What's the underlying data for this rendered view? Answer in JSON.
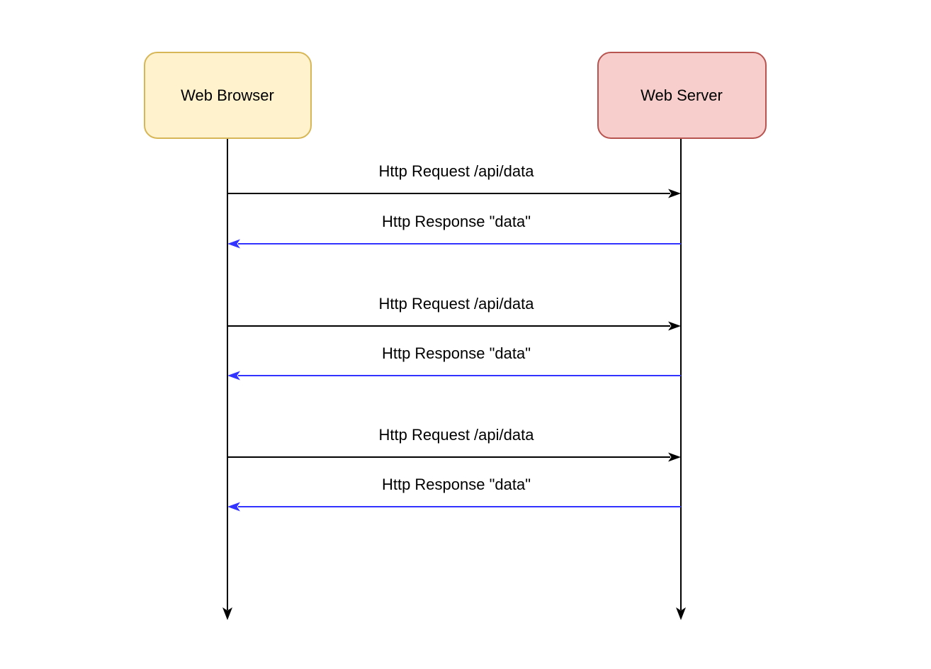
{
  "actors": [
    {
      "id": "web-browser",
      "label": "Web Browser",
      "fill": "#FFF2CC",
      "stroke": "#D6B656"
    },
    {
      "id": "web-server",
      "label": "Web Server",
      "fill": "#F8CECC",
      "stroke": "#B85450"
    }
  ],
  "messages": [
    {
      "label": "Http Request /api/data",
      "from": "web-browser",
      "to": "web-server",
      "direction": "right",
      "color": "#000000"
    },
    {
      "label": "Http Response \"data\"",
      "from": "web-server",
      "to": "web-browser",
      "direction": "left",
      "color": "#3333FF"
    },
    {
      "label": "Http Request /api/data",
      "from": "web-browser",
      "to": "web-server",
      "direction": "right",
      "color": "#000000"
    },
    {
      "label": "Http Response \"data\"",
      "from": "web-server",
      "to": "web-browser",
      "direction": "left",
      "color": "#3333FF"
    },
    {
      "label": "Http Request /api/data",
      "from": "web-browser",
      "to": "web-server",
      "direction": "right",
      "color": "#000000"
    },
    {
      "label": "Http Response \"data\"",
      "from": "web-server",
      "to": "web-browser",
      "direction": "left",
      "color": "#3333FF"
    }
  ],
  "colors": {
    "background": "#FFFFFF",
    "lifeline": "#000000",
    "request_arrow": "#000000",
    "response_arrow": "#3333FF",
    "text": "#000000"
  }
}
